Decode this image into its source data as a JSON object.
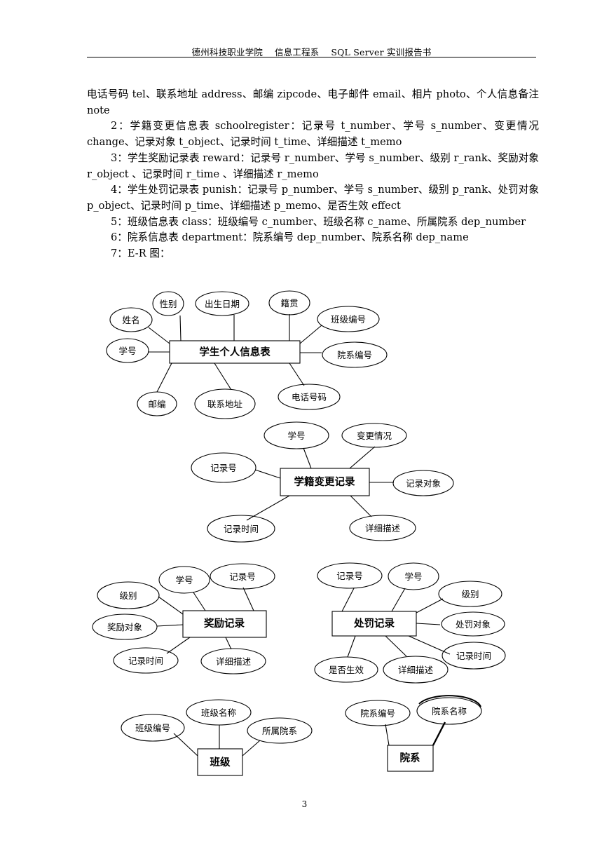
{
  "header": {
    "title": "德州科技职业学院　 信息工程系　 SQL Server 实训报告书"
  },
  "paragraphs": [
    "电话号码 tel、联系地址 address、邮编 zipcode、电子邮件 email、相片 photo、个人信息备注 note",
    "2：学籍变更信息表 schoolregister：记录号 t_number、学号 s_number、变更情况 change、记录对象 t_object、记录时间 t_time、详细描述 t_memo",
    "3：学生奖励记录表 reward：记录号 r_number、学号 s_number、级别 r_rank、奖励对象 r_object 、记录时间 r_time 、详细描述 r_memo",
    "4：学生处罚记录表 punish：记录号 p_number、学号 s_number、级别 p_rank、处罚对象 p_object、记录时间 p_time、详细描述 p_memo、是否生效 effect",
    "5：班级信息表 class：班级编号 c_number、班级名称 c_name、所属院系 dep_number",
    "6：院系信息表 department：院系编号 dep_number、院系名称 dep_name",
    "7：E-R 图："
  ],
  "er": {
    "student": {
      "entity": "学生个人信息表",
      "attrs": [
        "性别",
        "出生日期",
        "籍贯",
        "姓名",
        "班级编号",
        "学号",
        "院系编号",
        "电话号码",
        "邮编",
        "联系地址"
      ]
    },
    "change": {
      "entity": "学籍变更记录",
      "attrs": [
        "学号",
        "变更情况",
        "记录号",
        "记录对象",
        "记录时间",
        "详细描述"
      ]
    },
    "reward": {
      "entity": "奖励记录",
      "attrs": [
        "学号",
        "记录号",
        "级别",
        "奖励对象",
        "记录时间",
        "详细描述"
      ]
    },
    "punish": {
      "entity": "处罚记录",
      "attrs": [
        "记录号",
        "学号",
        "级别",
        "处罚对象",
        "记录时间",
        "是否生效",
        "详细描述"
      ]
    },
    "class": {
      "entity": "班级",
      "attrs": [
        "班级名称",
        "班级编号",
        "所属院系"
      ]
    },
    "dept": {
      "entity": "院系",
      "attrs": [
        "院系编号",
        "院系名称"
      ]
    }
  },
  "footer": {
    "page_number": "3"
  }
}
